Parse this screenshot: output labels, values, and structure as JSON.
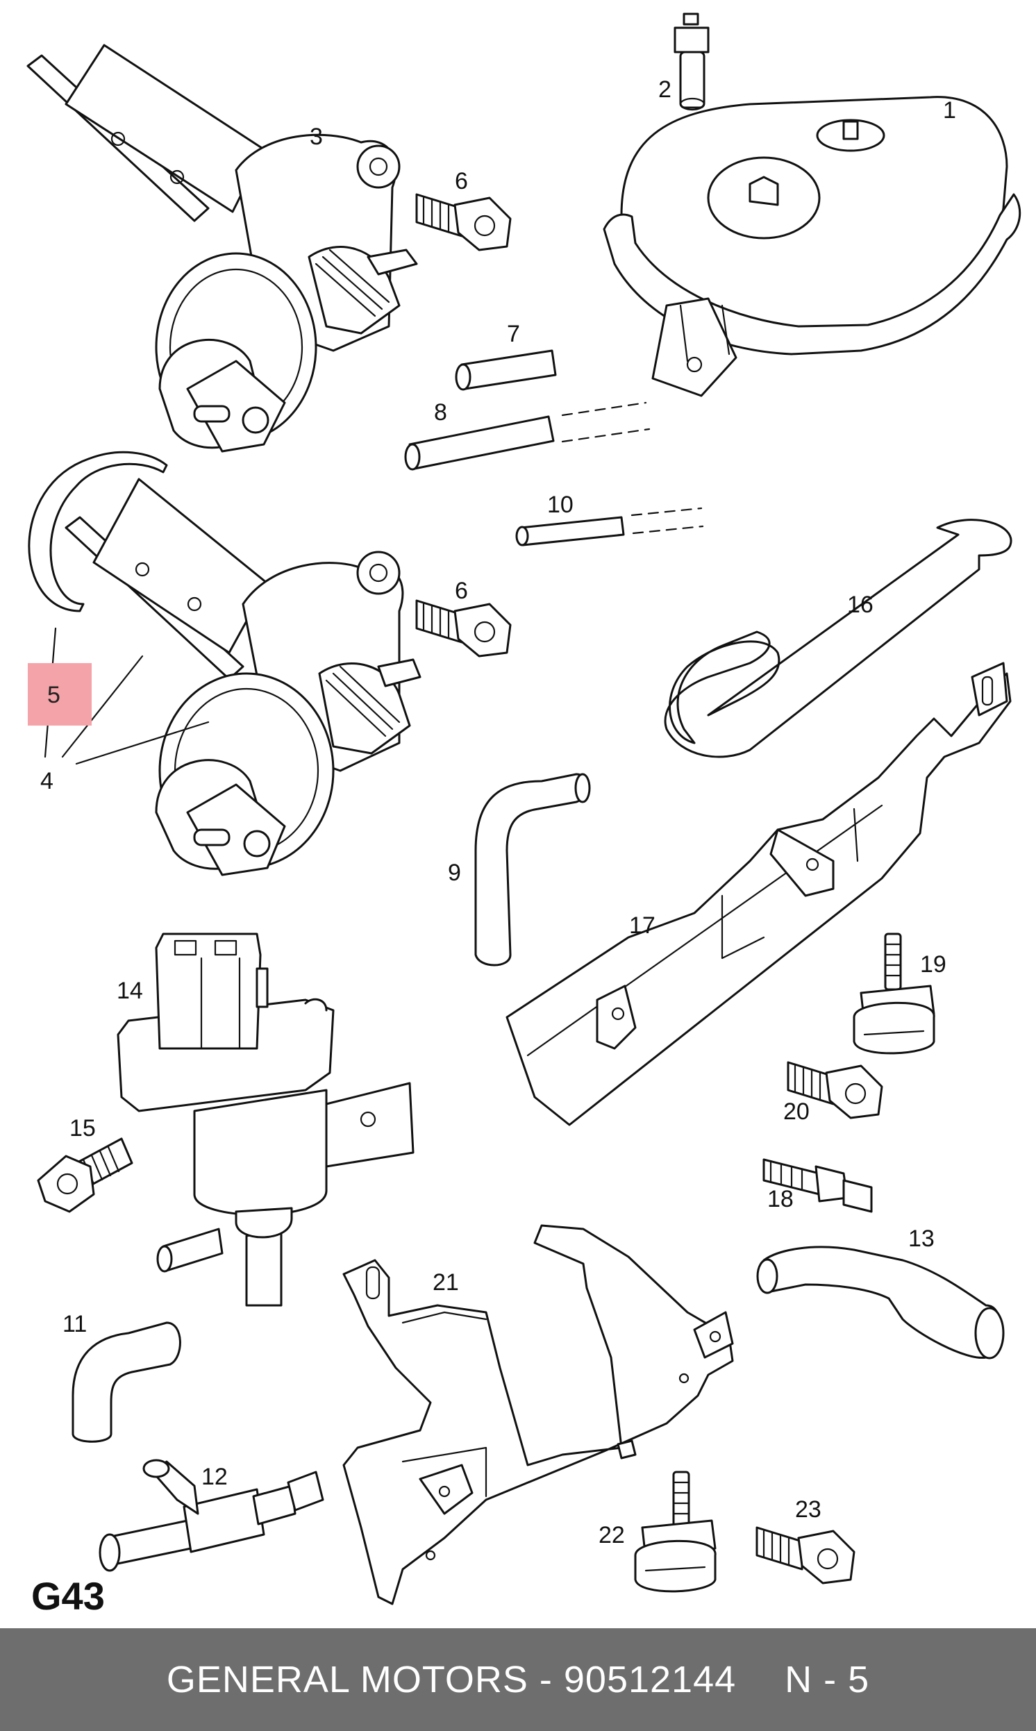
{
  "diagram": {
    "page_code": "G43",
    "highlight_color": "#f4a3a8",
    "highlighted_part": "5",
    "part_labels": [
      "1",
      "2",
      "3",
      "4",
      "5",
      "6",
      "6",
      "7",
      "8",
      "9",
      "10",
      "11",
      "12",
      "13",
      "14",
      "15",
      "16",
      "17",
      "18",
      "19",
      "20",
      "21",
      "22",
      "23"
    ]
  },
  "footer": {
    "part_text": "GENERAL MOTORS - 90512144",
    "position_text": "N - 5",
    "background": "#6e6e6e"
  }
}
